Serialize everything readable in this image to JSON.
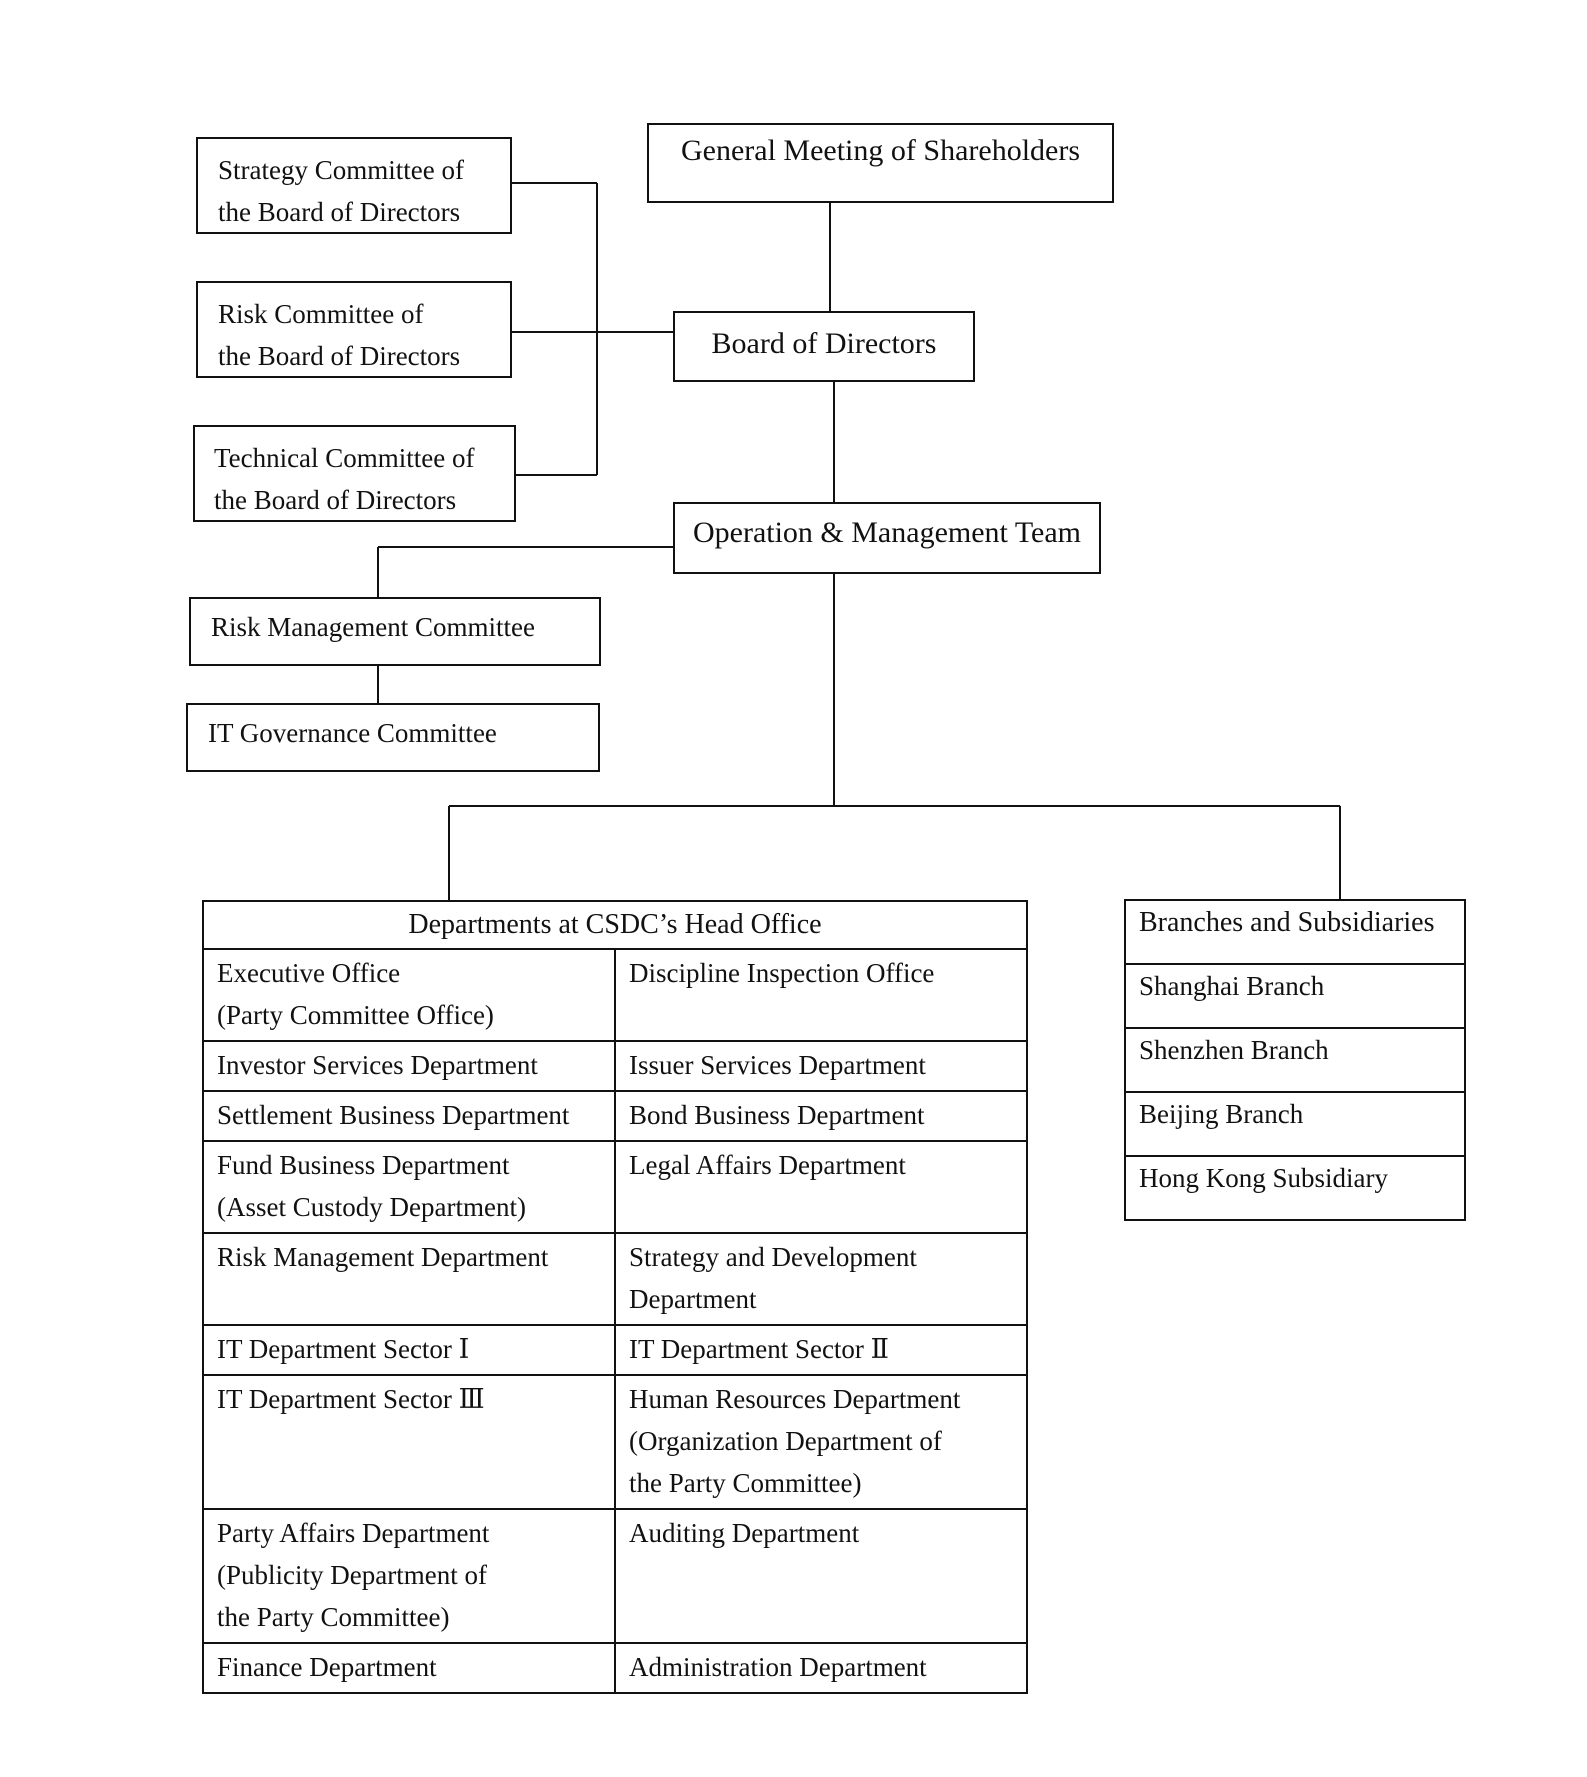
{
  "top": {
    "shareholders": "General Meeting of Shareholders",
    "board": "Board of Directors",
    "management": "Operation & Management Team"
  },
  "board_committees": [
    {
      "line1": "Strategy Committee of",
      "line2": "the Board of Directors"
    },
    {
      "line1": "Risk Committee of",
      "line2": "the  Board  of  Directors"
    },
    {
      "line1": "Technical Committee of",
      "line2": "the Board of Directors"
    }
  ],
  "management_committees": [
    "Risk Management Committee",
    "IT Governance Committee"
  ],
  "departments": {
    "header": "Departments at CSDC’s Head Office",
    "rows": [
      [
        [
          "Executive Office",
          "(Party Committee Office)"
        ],
        [
          "Discipline Inspection Office"
        ]
      ],
      [
        [
          "Investor Services Department"
        ],
        [
          "Issuer Services Department"
        ]
      ],
      [
        [
          "Settlement Business Department"
        ],
        [
          "Bond Business Department"
        ]
      ],
      [
        [
          "Fund Business Department",
          "(Asset Custody Department)"
        ],
        [
          "Legal Affairs Department"
        ]
      ],
      [
        [
          "Risk Management Department"
        ],
        [
          "Strategy and Development",
          "Department"
        ]
      ],
      [
        [
          "IT Department Sector Ⅰ"
        ],
        [
          "IT Department Sector Ⅱ"
        ]
      ],
      [
        [
          "IT Department Sector Ⅲ"
        ],
        [
          "Human Resources Department",
          "(Organization Department of",
          "the Party Committee)"
        ]
      ],
      [
        [
          "Party Affairs Department",
          "(Publicity Department of",
          "the Party Committee)"
        ],
        [
          "Auditing Department"
        ]
      ],
      [
        [
          "Finance Department"
        ],
        [
          "Administration Department"
        ]
      ]
    ]
  },
  "branches": {
    "header": "Branches and Subsidiaries",
    "items": [
      "Shanghai Branch",
      "Shenzhen Branch",
      "Beijing Branch",
      "Hong Kong Subsidiary"
    ]
  }
}
